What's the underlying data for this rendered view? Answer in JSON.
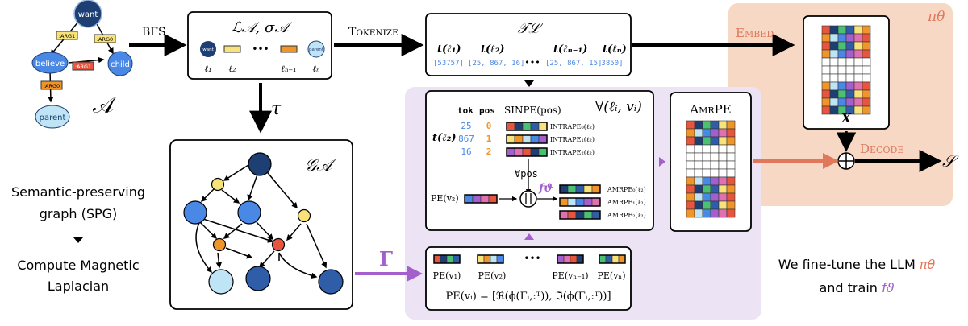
{
  "amr": {
    "nodes": {
      "want": "want",
      "believe": "believe",
      "child": "child",
      "parent": "parent"
    },
    "edges": {
      "arg1_top": ":ARG1",
      "arg0_top": ":ARG0",
      "arg1_mid": ":ARG1",
      "arg0_bot": ":ARG0"
    },
    "symbol": "𝒜"
  },
  "labels": {
    "bfs": "BFS",
    "tokenize_prefix": "T",
    "tokenize_rest": "OKENIZE",
    "embed_prefix": "E",
    "embed_rest": "MBED",
    "decode_prefix": "D",
    "decode_rest": "ECODE",
    "pi_theta": "πθ",
    "tau": "τ",
    "gamma": "Γ",
    "output_s": "𝒮",
    "x_matrix": "X",
    "forall_pos": "∀pos",
    "f_theta": "fϑ",
    "forall_li_vi": "∀(ℓᵢ, vᵢ)",
    "amrpe_title_1": "A",
    "amrpe_title_2": "MR",
    "amrpe_title_3": "PE"
  },
  "linearized": {
    "title": "ℒ𝒜, σ𝒜",
    "nodes": [
      "want",
      "",
      "",
      "parent"
    ],
    "subscripts": [
      "ℓ₁",
      "ℓ₂",
      "ℓₙ₋₁",
      "ℓₙ"
    ],
    "dots": "•••"
  },
  "tokens": {
    "title": "𝒯ℒ",
    "groups": [
      {
        "label": "t(ℓ₁)",
        "ids": "[53757]"
      },
      {
        "label": "t(ℓ₂)",
        "ids": "[25, 867, 16]"
      },
      {
        "label": "t(ℓₙ₋₁)",
        "ids": "[25, 867, 15]"
      },
      {
        "label": "t(ℓₙ)",
        "ids": "[3850]"
      }
    ],
    "dots": "•••"
  },
  "intra": {
    "col_tok": "tok",
    "col_pos": "pos",
    "col_sinpe": "SINPE(pos)",
    "row_label": "t(ℓ₂)",
    "rows": [
      {
        "tok": "25",
        "pos": "0",
        "label": "INTRAPE₀(ℓ₂)"
      },
      {
        "tok": "867",
        "pos": "1",
        "label": "INTRAPE₁(ℓ₂)"
      },
      {
        "tok": "16",
        "pos": "2",
        "label": "INTRAPE₂(ℓ₂)"
      }
    ],
    "pe_label": "PE(v₂)",
    "amrpe_rows": [
      "AMRPE₀(ℓ₂)",
      "AMRPE₁(ℓ₂)",
      "AMRPE₂(ℓ₂)"
    ]
  },
  "graph": {
    "title": "𝒢𝒜"
  },
  "pe_box": {
    "labels": [
      "PE(v₁)",
      "PE(v₂)",
      "PE(vₙ₋₁)",
      "PE(vₙ)"
    ],
    "dots": "•••",
    "formula": "PE(vᵢ) = [ℜ(ϕ(Γᵢ,:ᵀ)), ℑ(ϕ(Γᵢ,:ᵀ))]"
  },
  "left_caption": {
    "line1": "Semantic-preserving",
    "line2": "graph (SPG)",
    "line3": "Compute Magnetic",
    "line4": "Laplacian"
  },
  "right_caption": {
    "line1_a": "We fine-tune the LLM ",
    "line1_b": "πθ",
    "line2_a": "and train ",
    "line2_b": "fϑ"
  },
  "colors": {
    "dark_blue": "#1e3f73",
    "mid_blue": "#4a88e6",
    "light_blue": "#bfe4f5",
    "yellow": "#f7e37a",
    "orange": "#f0952a",
    "red": "#e8553f",
    "purple_bg": "#ece3f4",
    "purple_accent": "#a45fcc",
    "salmon_bg": "#f7d8c4",
    "salmon_accent": "#e0785c"
  }
}
